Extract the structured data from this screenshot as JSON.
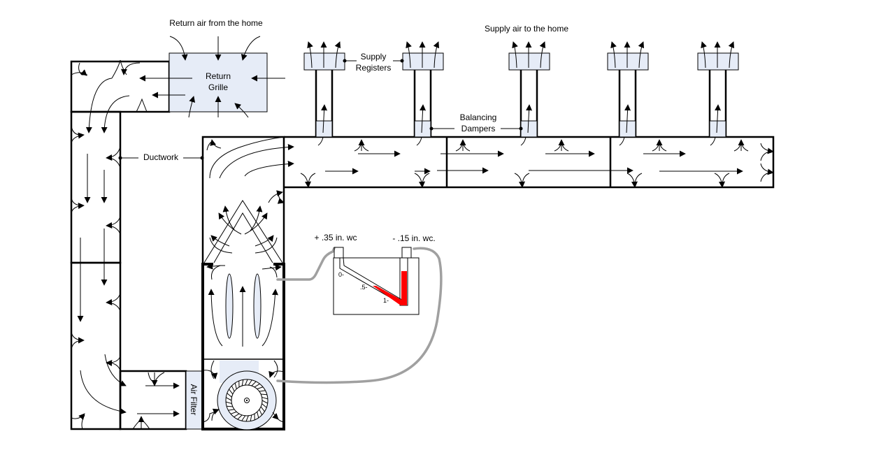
{
  "diagram": {
    "title": "Forced-air duct system static pressure",
    "labels": {
      "return_air": "Return air from the home",
      "return_grille_line1": "Return",
      "return_grille_line2": "Grille",
      "supply_air": "Supply air to the home",
      "supply_registers_line1": "Supply",
      "supply_registers_line2": "Registers",
      "balancing_dampers_line1": "Balancing",
      "balancing_dampers_line2": "Dampers",
      "ductwork": "Ductwork",
      "air_filter": "Air Filter"
    },
    "manometer": {
      "positive_reading": "+ .35 in. wc",
      "negative_reading": "- .15 in. wc.",
      "scale_ticks": [
        "0-",
        ".5-",
        "1-"
      ],
      "fluid_color": "#ff0000",
      "hose_color": "#a0a0a0"
    },
    "supply_register_count": 5,
    "colors": {
      "component_fill": "#e6ecf7",
      "line": "#000000"
    }
  }
}
